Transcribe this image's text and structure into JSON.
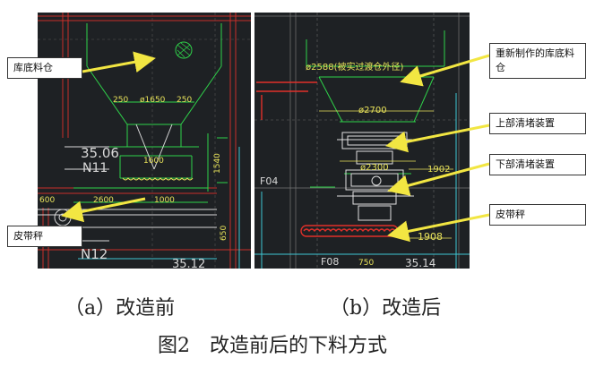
{
  "panel_a": {
    "callouts": {
      "silo": "库底料仓",
      "belt": "皮带秤"
    },
    "cad_labels": {
      "dim_250_left": "250",
      "dim_1650": "ø1650",
      "dim_250_right": "250",
      "level_3506": "35.06",
      "level_n11": "N11",
      "dim_1600": "1600",
      "dim_1540": "1540",
      "dim_600": "600",
      "dim_2600": "2600",
      "dim_1000": "1000",
      "dim_650": "650",
      "level_n12": "N12",
      "level_3512": "35.12"
    },
    "caption": "（a）改造前"
  },
  "panel_b": {
    "callouts": {
      "silo": "重新制作的库底料仓",
      "upper": "上部清堵装置",
      "lower": "下部清堵装置",
      "belt": "皮带秤"
    },
    "cad_labels": {
      "dim_2588": "ø2588(被实过渡仓外径)",
      "dim_2700": "ø2700",
      "dim_2300": "ø2300",
      "dim_1902": "1902",
      "f04": "F04",
      "dim_1908": "1908",
      "f08": "F08",
      "dim_750": "750",
      "level_3514": "35.14"
    },
    "caption": "（b）改造后"
  },
  "figure": {
    "title": "图2　改造前后的下料方式"
  },
  "colors": {
    "background": "#1e2124",
    "cad_green": "#2fd24a",
    "cad_white": "#d8d8d8",
    "cad_yellow": "#e8e25a",
    "cad_cyan": "#3fc7d4",
    "cad_red": "#e0302a",
    "arrow_yellow": "#f2e642"
  }
}
